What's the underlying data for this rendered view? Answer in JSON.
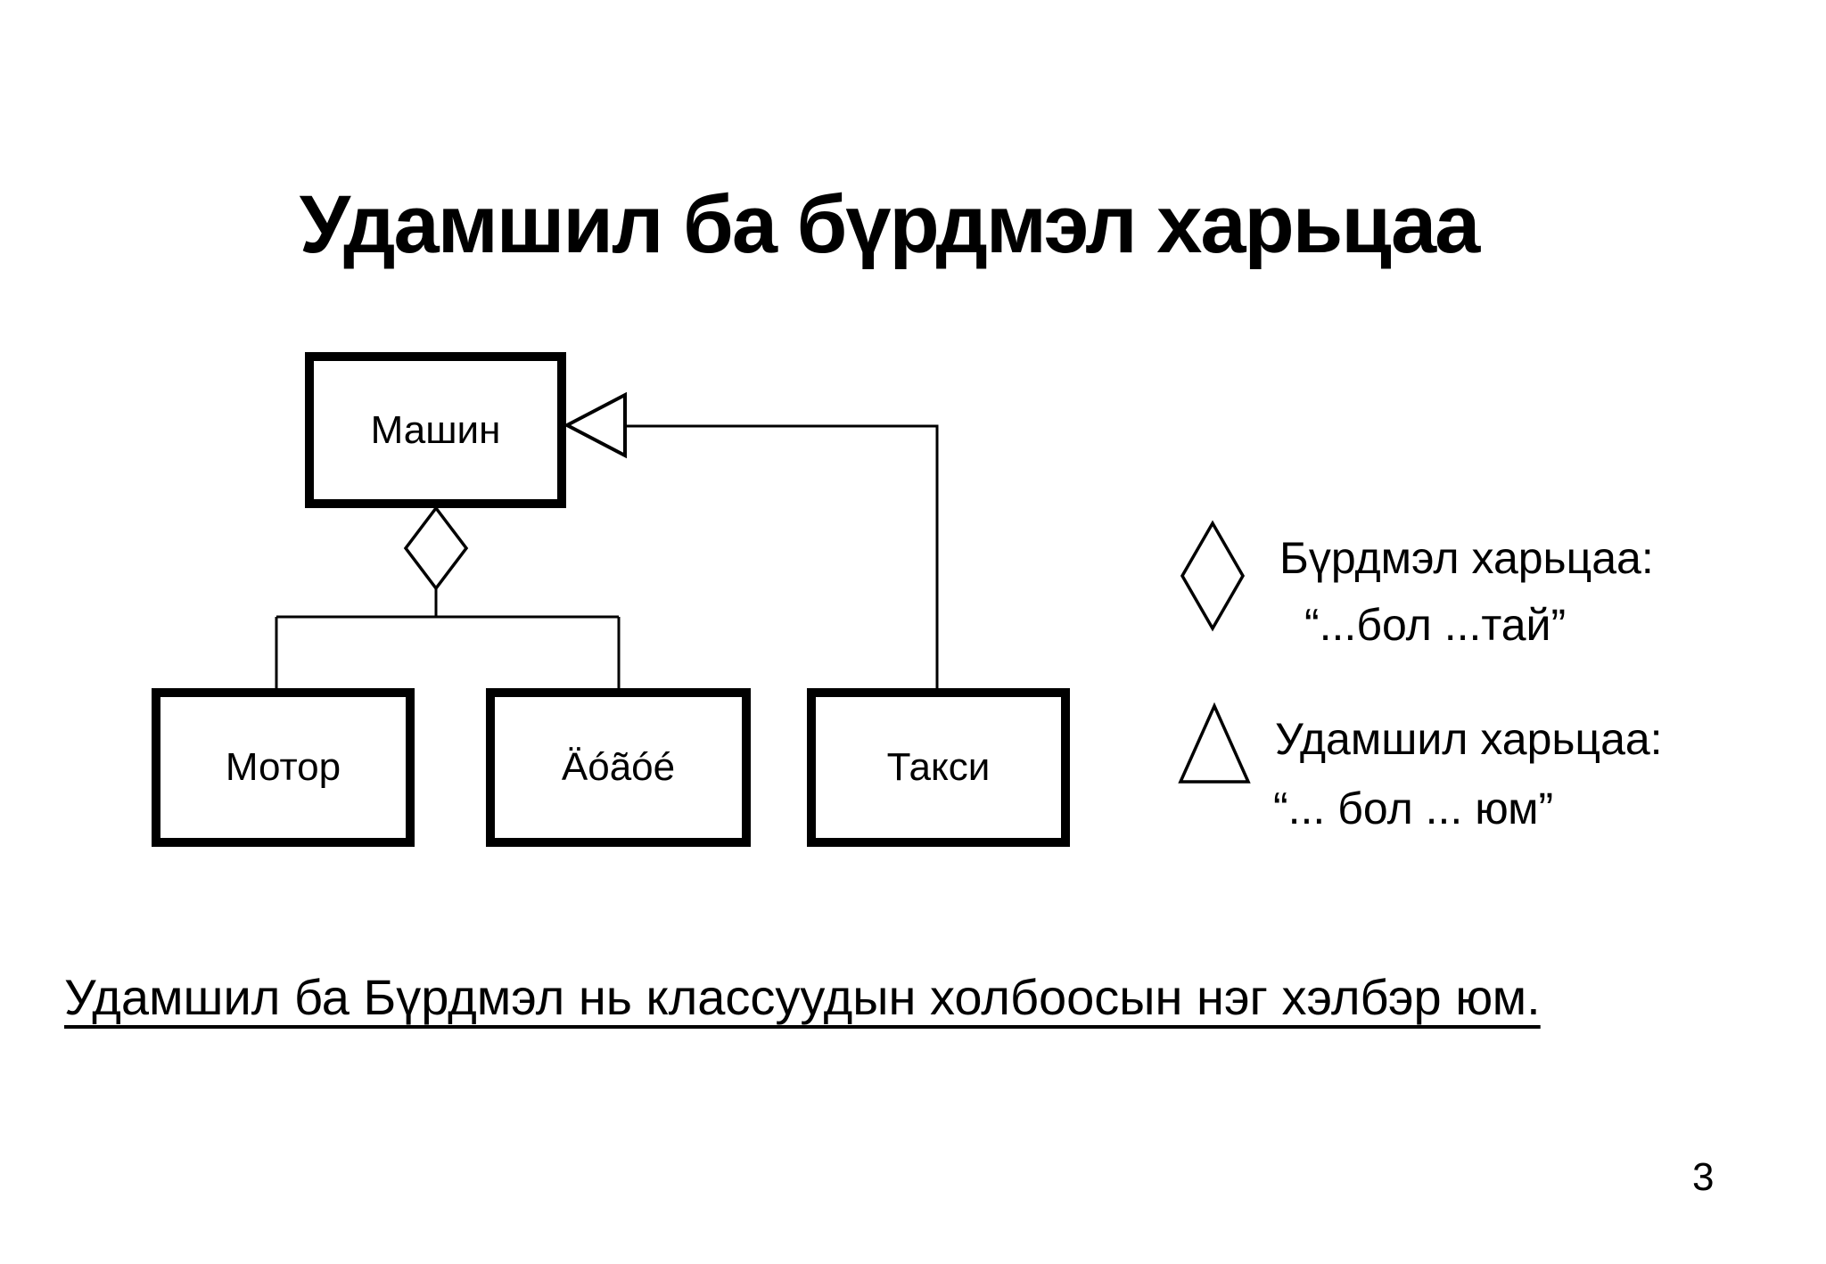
{
  "slide": {
    "title": "Удамшил ба бүрдмэл харьцаа",
    "footer_note": "Удамшил ба Бүрдмэл нь классуудын холбоосын нэг хэлбэр юм.",
    "page_number": "3",
    "background_color": "#ffffff",
    "text_color": "#000000"
  },
  "diagram": {
    "nodes": [
      {
        "id": "machine",
        "label": "Машин"
      },
      {
        "id": "motor",
        "label": "Мотор"
      },
      {
        "id": "wheel",
        "label": "Äóãóé"
      },
      {
        "id": "taxi",
        "label": "Такси"
      }
    ],
    "relations": [
      {
        "type": "composition",
        "symbol": "diamond",
        "from": "Машин",
        "to": [
          "Мотор",
          "Äóãóé"
        ]
      },
      {
        "type": "inheritance",
        "symbol": "triangle",
        "from": "Такси",
        "to": "Машин"
      }
    ]
  },
  "legend": {
    "items": [
      {
        "icon": "composition-diamond-icon",
        "label": "Бүрдмэл харьцаа:",
        "meaning": "“...бол ...тай”"
      },
      {
        "icon": "inheritance-triangle-icon",
        "label": "Удамшил харьцаа:",
        "meaning": "“... бол ... юм”"
      }
    ]
  }
}
